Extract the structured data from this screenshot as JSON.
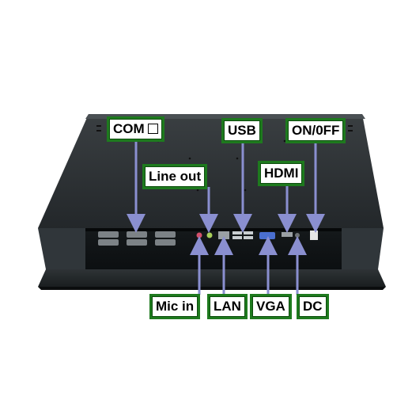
{
  "labels": {
    "com": "COM",
    "line_out": "Line out",
    "usb": "USB",
    "hdmi": "HDMI",
    "on_off": "ON/0FF",
    "mic_in": "Mic in",
    "lan": "LAN",
    "vga": "VGA",
    "dc": "DC"
  },
  "colors": {
    "label_border": "#1e7a1e",
    "arrow": "#8a8fd0",
    "chassis": "#2b2f31",
    "background": "#ffffff"
  }
}
